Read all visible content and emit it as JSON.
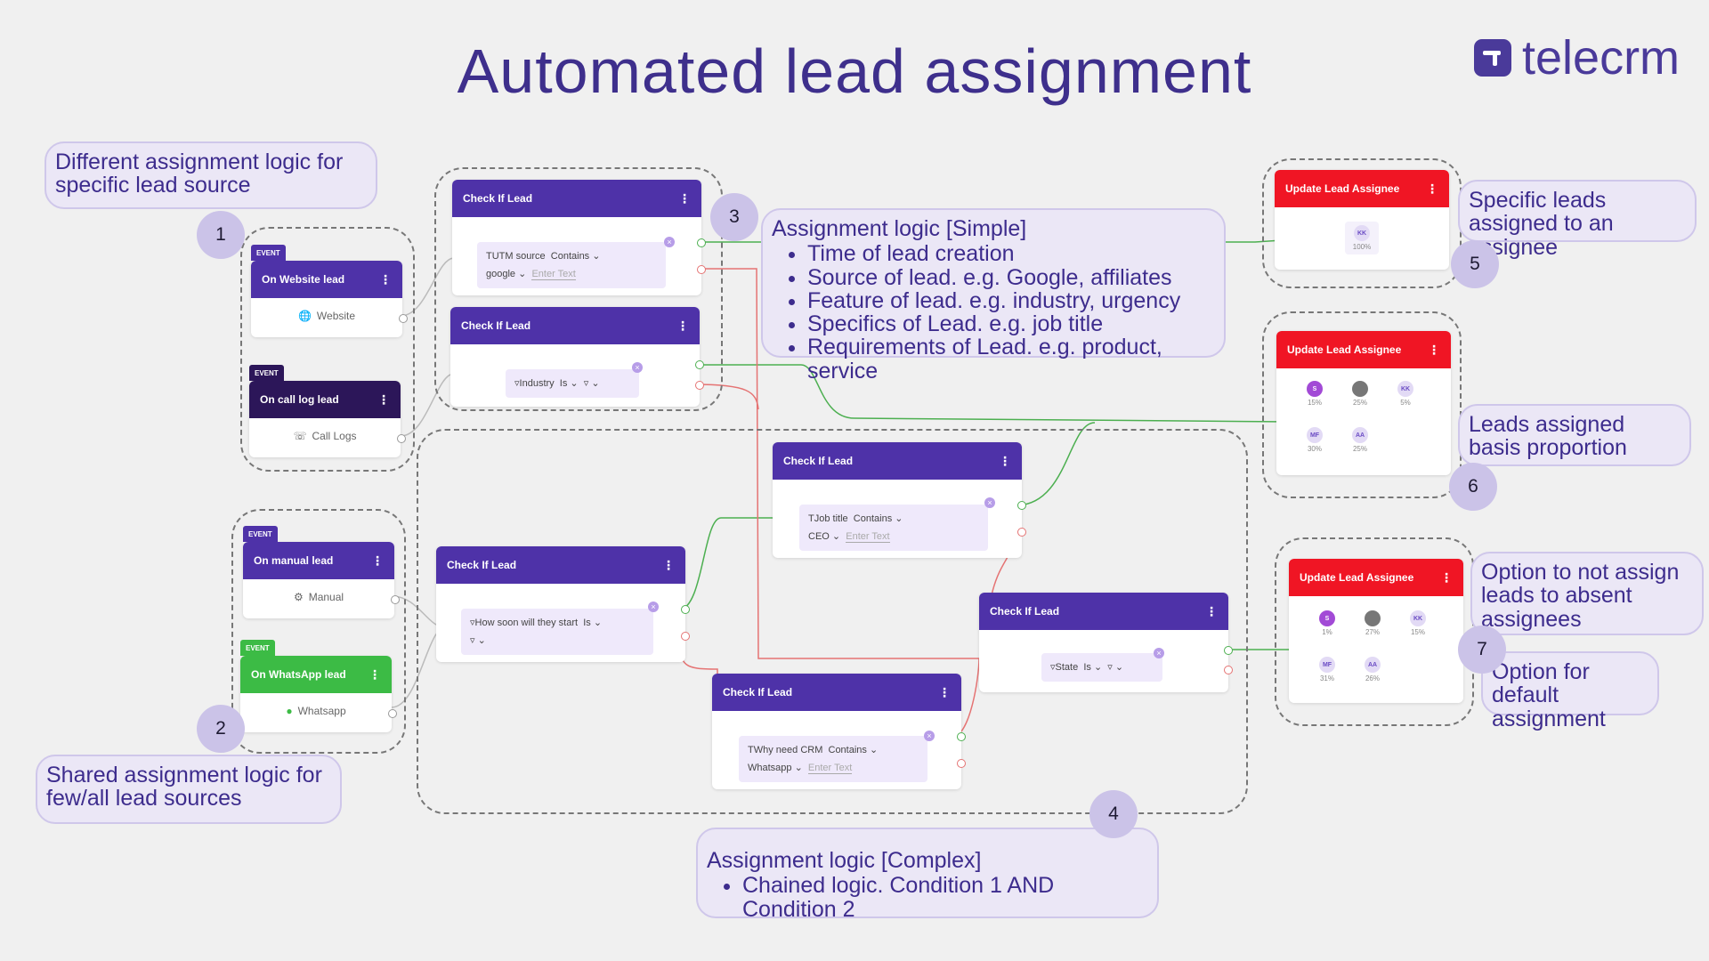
{
  "title": "Automated lead assignment",
  "brand": "telecrm",
  "callouts": {
    "c1": "Different assignment logic for specific lead source",
    "c2": "Shared assignment logic for few/all lead sources",
    "c3_title": "Assignment logic [Simple]",
    "c3_items": [
      "Time of lead creation",
      "Source of lead. e.g. Google, affiliates",
      "Feature of lead. e.g. industry, urgency",
      "Specifics of Lead. e.g. job title",
      "Requirements of Lead. e.g. product, service"
    ],
    "c4_title": "Assignment logic [Complex]",
    "c4_items": [
      "Chained logic. Condition 1 AND Condition 2"
    ],
    "c5": "Specific leads assigned to an assignee",
    "c6": "Leads assigned basis proportion",
    "c7a": "Option to not assign leads to absent assignees",
    "c7b": "Option for default assignment"
  },
  "badges": [
    "1",
    "2",
    "3",
    "4",
    "5",
    "6",
    "7"
  ],
  "events": {
    "tag": "EVENT",
    "website": {
      "title": "On Website lead",
      "source": "Website"
    },
    "calllog": {
      "title": "On call log lead",
      "source": "Call Logs"
    },
    "manual": {
      "title": "On manual lead",
      "source": "Manual"
    },
    "whatsapp": {
      "title": "On WhatsApp lead",
      "source": "Whatsapp"
    }
  },
  "checks": {
    "title": "Check If Lead",
    "a": {
      "field": "UTM source",
      "op": "Contains",
      "value": "google",
      "placeholder": "Enter Text"
    },
    "b": {
      "field": "Industry",
      "op": "Is"
    },
    "c": {
      "field": "Job title",
      "op": "Contains",
      "value": "CEO",
      "placeholder": "Enter Text"
    },
    "d": {
      "field": "How soon will they start",
      "op": "Is"
    },
    "e": {
      "field": "State",
      "op": "Is"
    },
    "f": {
      "field": "Why need CRM",
      "op": "Contains",
      "value": "Whatsapp",
      "placeholder": "Enter Text"
    }
  },
  "update": {
    "title": "Update Lead Assignee",
    "u1": [
      {
        "i": "KK",
        "p": "100%"
      }
    ],
    "u2": [
      {
        "i": "S",
        "p": "15%"
      },
      {
        "i": "",
        "p": "25%"
      },
      {
        "i": "KK",
        "p": "5%"
      },
      {
        "i": "MF",
        "p": "30%"
      },
      {
        "i": "AA",
        "p": "25%"
      }
    ],
    "u3": [
      {
        "i": "S",
        "p": "1%"
      },
      {
        "i": "",
        "p": "27%"
      },
      {
        "i": "KK",
        "p": "15%"
      },
      {
        "i": "MF",
        "p": "31%"
      },
      {
        "i": "AA",
        "p": "26%"
      }
    ]
  },
  "colors": {
    "purple": "#4e32a8",
    "red": "#f01524",
    "green": "#3cbb45",
    "dark": "#2c1659"
  }
}
